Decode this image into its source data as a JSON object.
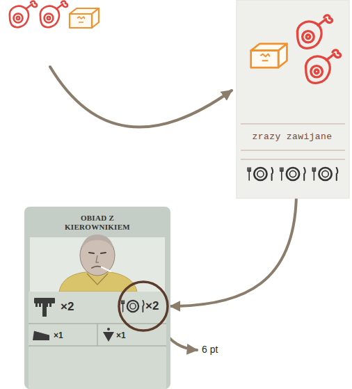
{
  "diagram": {
    "nodes": [
      {
        "text": [
          "zrazy zawijane"
        ]
      },
      {
        "text": [
          "OBIAD Z KIEROWNIKIEM",
          "×2",
          "×1",
          "×1"
        ]
      },
      {
        "text": [
          "×2"
        ],
        "in": 1
      }
    ],
    "edges": [
      {
        "from": 0,
        "to": 2,
        "arrow": "to"
      }
    ],
    "labels": [
      "6 pt"
    ]
  }
}
